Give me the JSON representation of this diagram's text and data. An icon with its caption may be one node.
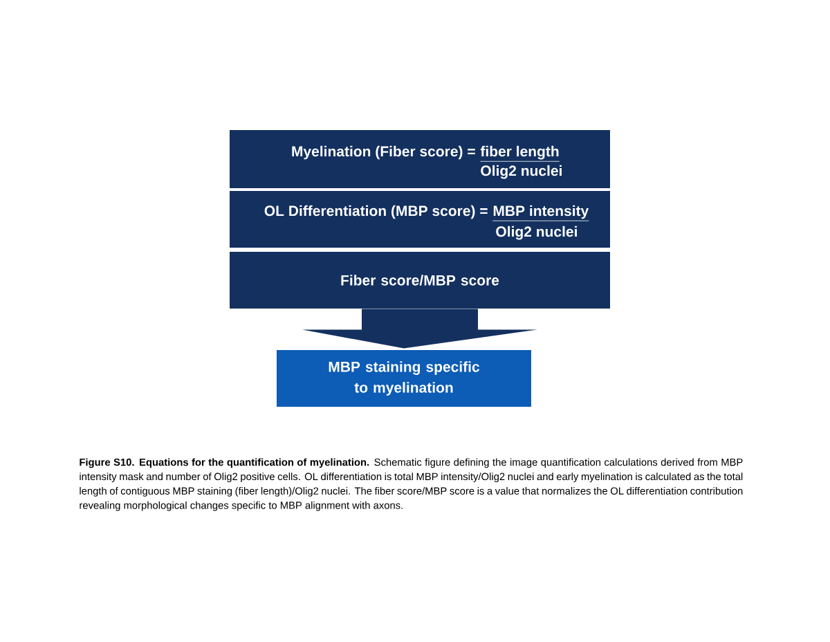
{
  "diagram": {
    "caption": "**Figure S10. Equations for the quantification of myelination.**  Schematic figure defining the image quantification calculations derived from MBP intensity mask and number of Olig2 positive cells. OL differentiation is total MBP intensity/Olig2 nuclei and early myelination is calculated as the total length of contiguous MBP staining (fiber length)/Olig2 nuclei. The fiber score/MBP score is a value that normalizes the OL differentiation contribution revealing morphological changes specific to MBP alignment with axons.",
    "nodes": [
      {
        "text": [
          "Myelination (Fiber score) =",
          "fiber length",
          "Olig2 nuclei"
        ]
      },
      {
        "text": [
          "OL Differentiation (MBP score) =",
          "MBP intensity",
          "Olig2 nuclei"
        ]
      },
      {
        "text": [
          "Fiber score/MBP score"
        ]
      },
      {
        "text": [
          "MBP staining specific to myelination"
        ]
      }
    ],
    "edges": [
      {
        "from": 2,
        "to": 3,
        "arrow": "to"
      }
    ]
  }
}
